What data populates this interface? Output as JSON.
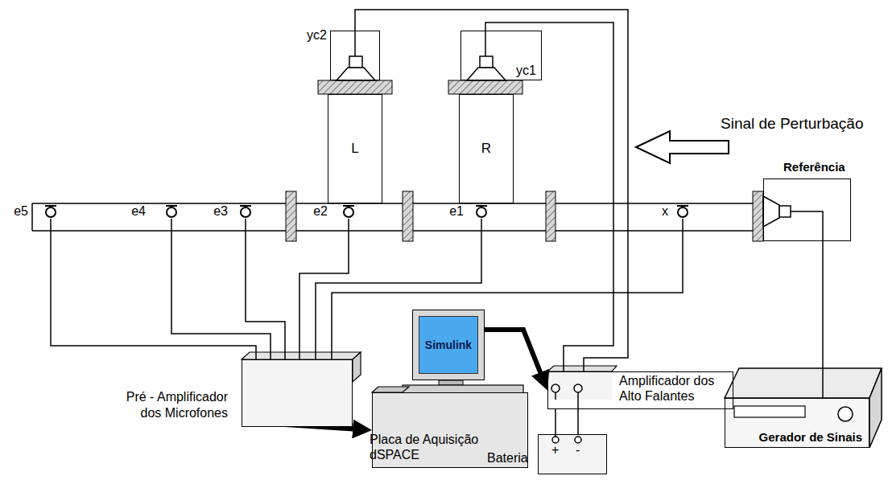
{
  "diagram": {
    "nodes": [
      {
        "text": [
          "yc2"
        ]
      },
      {
        "text": [
          "L"
        ]
      },
      {
        "text": [
          "yc1"
        ]
      },
      {
        "text": [
          "R"
        ]
      },
      {
        "text": [
          "Referência"
        ]
      },
      {
        "text": [
          "e5"
        ]
      },
      {
        "text": [
          "e4"
        ]
      },
      {
        "text": [
          "e3"
        ]
      },
      {
        "text": [
          "e2"
        ]
      },
      {
        "text": [
          "e1"
        ]
      },
      {
        "text": [
          "x"
        ]
      },
      {
        "text": [
          "Pré - Amplificador dos Microfones"
        ]
      },
      {
        "text": [
          "Simulink"
        ]
      },
      {
        "text": [
          "Placa de Aquisição dSPACE"
        ]
      },
      {
        "text": [
          "Amplificador dos Alto Falantes"
        ]
      },
      {
        "text": [
          "Bateria"
        ]
      },
      {
        "text": [
          "Gerador de Sinais"
        ]
      }
    ],
    "edges": [
      {
        "from": 5,
        "to": 11,
        "arrow": "none"
      },
      {
        "from": 6,
        "to": 11,
        "arrow": "none"
      },
      {
        "from": 7,
        "to": 11,
        "arrow": "none"
      },
      {
        "from": 8,
        "to": 11,
        "arrow": "none"
      },
      {
        "from": 9,
        "to": 11,
        "arrow": "none"
      },
      {
        "from": 10,
        "to": 11,
        "arrow": "none"
      },
      {
        "from": 11,
        "to": 13,
        "arrow": "to"
      },
      {
        "from": 12,
        "to": 14,
        "arrow": "to"
      },
      {
        "from": 15,
        "to": 14,
        "arrow": "none"
      },
      {
        "from": 14,
        "to": 0,
        "arrow": "none"
      },
      {
        "from": 14,
        "to": 2,
        "arrow": "none"
      },
      {
        "from": 16,
        "to": 4,
        "arrow": "none"
      }
    ],
    "labels": [
      "Sinal de Perturbação",
      "+",
      "-"
    ]
  }
}
